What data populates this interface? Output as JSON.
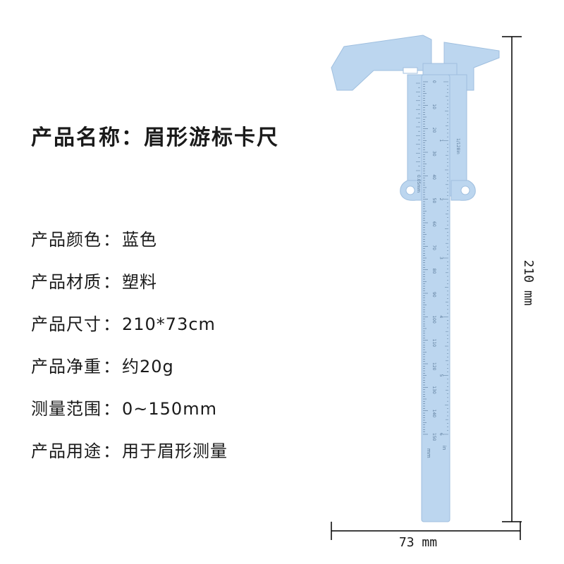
{
  "title": "产品名称：眉形游标卡尺",
  "specs": [
    {
      "label": "产品颜色",
      "value": "蓝色"
    },
    {
      "label": "产品材质",
      "value": "塑料"
    },
    {
      "label": "产品尺寸",
      "value": "210*73cm"
    },
    {
      "label": "产品净重",
      "value": "约20g"
    },
    {
      "label": "测量范围",
      "value": "0~150mm"
    },
    {
      "label": "产品用途",
      "value": "用于眉形测量"
    }
  ],
  "separator": "：",
  "dimensions": {
    "width": "73 mm",
    "height": "210 mm"
  },
  "caliper": {
    "color": "#bcd6ef",
    "scale_unit_mm": "mm",
    "scale_unit_in": "in",
    "vernier_precision": "0.05mm",
    "inch_precision": "1/128in",
    "mm_ticks": [
      "0",
      "10",
      "20",
      "30",
      "40",
      "50",
      "60",
      "70",
      "80",
      "90",
      "100",
      "110",
      "120",
      "130",
      "140",
      "150"
    ],
    "in_ticks": [
      "1",
      "2",
      "3",
      "4",
      "5",
      "6"
    ]
  }
}
